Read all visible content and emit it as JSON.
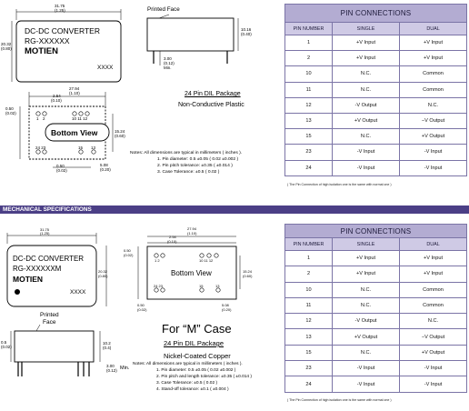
{
  "top": {
    "dim_width_mm": "31.75",
    "dim_width_in": "(1.25)",
    "dim_height_mm": "20.32",
    "dim_height_in": "(0.80)",
    "label_line1": "DC-DC CONVERTER",
    "label_line2": "RG-XXXXXX",
    "label_brand": "MOTIEN",
    "label_code": "XXXX",
    "printed_face": "Printed Face",
    "side_height_mm": "10.16",
    "side_height_in": "(0.40)",
    "pin_len_mm": "3.00",
    "pin_len_in": "(0.12)",
    "pin_len_min": "Min.",
    "pkg_title": "24 Pin DIL Package",
    "pkg_material": "Non-Conductive Plastic",
    "bottom_width_mm": "27.94",
    "bottom_width_in": "(1.10)",
    "bottom_pitch_mm": "2.54",
    "bottom_pitch_in": "(0.10)",
    "bottom_left_mm": "0.50",
    "bottom_left_in": "(0.02)",
    "bottom_height_mm": "15.24",
    "bottom_height_in": "(0.60)",
    "bottom_offset_mm": "5.08",
    "bottom_offset_in": "(0.20)",
    "bottom_foot_mm": "0.50",
    "bottom_foot_in": "(0.02)",
    "bottom_view": "Bottom  View",
    "pin_1": "1",
    "pin_2": "2",
    "pin_10_11_12": "10  11  12",
    "pin_24_23": "24 23",
    "pin_15": "15",
    "pin_13": "13",
    "notes_title": "Notes: All dimensions are typical in millimeters ( inches ).",
    "note1": "1. Pin diameter: 0.5 ±0.05 ( 0.02 ±0.002 )",
    "note2": "2. Pin pitch tolerance: ±0.35 ( ±0.014 )",
    "note3": "3. Case Tolerance: ±0.5 ( 0.02 )"
  },
  "section_title": "MECHANICAL SPECIFICATIONS",
  "bottom": {
    "dim_width_mm": "31.75",
    "dim_width_in": "(1.25)",
    "dim_height_mm": "20.32",
    "dim_height_in": "(0.80)",
    "label_line1": "DC-DC CONVERTER",
    "label_line2": "RG-XXXXXXM",
    "label_brand": "MOTIEN",
    "label_code": "XXXX",
    "bv_width_mm": "27.94",
    "bv_width_in": "(1.10)",
    "bv_pitch_mm": "2.54",
    "bv_pitch_in": "(0.10)",
    "bv_left_mm": "0.50",
    "bv_left_in": "(0.02)",
    "bv_height_mm": "15.24",
    "bv_height_in": "(0.60)",
    "bv_off_mm": "5.08",
    "bv_off_in": "(0.20)",
    "bv_foot_mm": "0.50",
    "bv_foot_in": "(0.02)",
    "bottom_view": "Bottom View",
    "pin_1_2": "1  2",
    "pin_10_11_12": "10  11  12",
    "pin_24_23": "24  23",
    "pin_15": "15",
    "pin_13": "13",
    "case_title": "For “M” Case",
    "pkg_title": "24 Pin DIL Package",
    "pkg_material": "Nickel-Coated Copper",
    "printed_face_1": "Printed",
    "printed_face_2": "Face",
    "side_left_mm": "0.5",
    "side_left_in": "(0.02)",
    "side_height_mm": "10.2",
    "side_height_in": "(0.4)",
    "side_pin_mm": "3.00",
    "side_pin_in": "(0.12)",
    "side_pin_min": "Min.",
    "notes_title": "Notes: All dimensions are typical in millimeters ( inches ).",
    "note1": "1. Pin diameter: 0.5 ±0.05 ( 0.02 ±0.002 )",
    "note2": "2. Pin pitch and length tolerance: ±0.35 ( ±0.014 )",
    "note3": "3. Case Tolerance: ±0.5 ( 0.02 )",
    "note4": "4. Stand-off tolerance: ±0.1 ( ±0.004 )"
  },
  "pin_table_top": {
    "title": "PIN CONNECTIONS",
    "headers": [
      "PIN NUMBER",
      "SINGLE",
      "DUAL"
    ],
    "rows": [
      [
        "1",
        "+V Input",
        "+V Input"
      ],
      [
        "2",
        "+V Input",
        "+V Input"
      ],
      [
        "10",
        "N.C.",
        "Common"
      ],
      [
        "11",
        "N.C.",
        "Common"
      ],
      [
        "12",
        "-V Output",
        "N.C."
      ],
      [
        "13",
        "+V Output",
        "−V Output"
      ],
      [
        "15",
        "N.C.",
        "+V Output"
      ],
      [
        "23",
        "-V Input",
        "-V Input"
      ],
      [
        "24",
        "-V Input",
        "-V Input"
      ]
    ],
    "footnote": "( The Pin Connection of high isolation one is the same with normal one )"
  },
  "pin_table_bottom": {
    "title": "PIN CONNECTIONS",
    "headers": [
      "PIN NUMBER",
      "SINGLE",
      "DUAL"
    ],
    "rows": [
      [
        "1",
        "+V Input",
        "+V Input"
      ],
      [
        "2",
        "+V Input",
        "+V Input"
      ],
      [
        "10",
        "N.C.",
        "Common"
      ],
      [
        "11",
        "N.C.",
        "Common"
      ],
      [
        "12",
        "-V Output",
        "N.C."
      ],
      [
        "13",
        "+V Output",
        "−V Output"
      ],
      [
        "15",
        "N.C.",
        "+V Output"
      ],
      [
        "23",
        "-V Input",
        "-V Input"
      ],
      [
        "24",
        "-V Input",
        "-V Input"
      ]
    ],
    "footnote": "( The Pin Connection of high isolation one is the same with normal one )"
  },
  "colors": {
    "section_bar": "#4b3f86",
    "table_header": "#b3acd2",
    "table_col_header": "#cfcae5",
    "table_border": "#7b74a6"
  }
}
